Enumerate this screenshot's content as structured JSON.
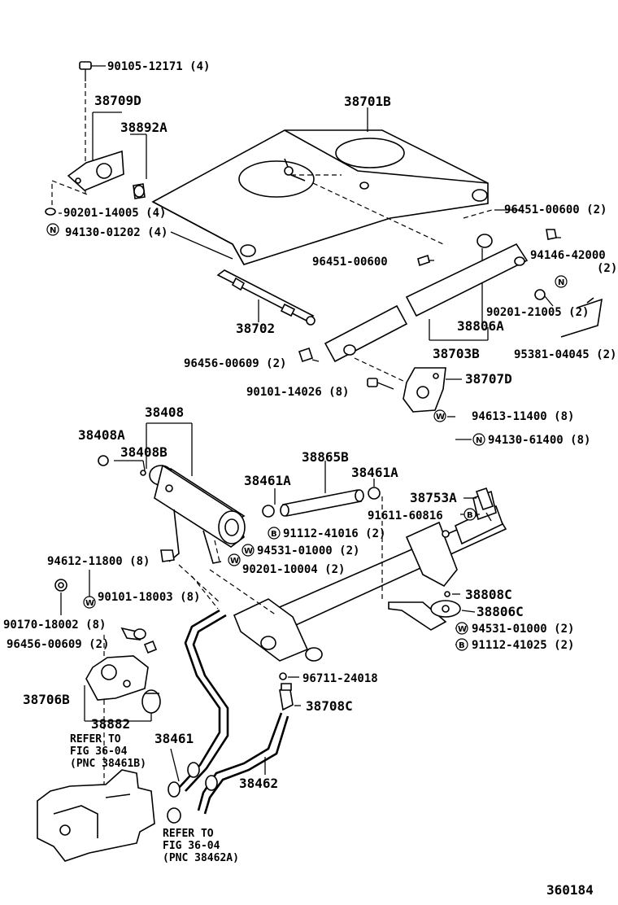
{
  "diagram_id": "360184",
  "parts": {
    "p38701B": "38701B",
    "p38709D": "38709D",
    "p38892A": "38892A",
    "p90105": "90105-12171 (4)",
    "p90201a": "90201-14005 (4)",
    "p94130a": "94130-01202 (4)",
    "p96451a": "96451-00600 (2)",
    "p96451b": "96451-00600",
    "p94146": "94146-42000",
    "p94146q": "(2)",
    "p90201b": "90201-21005 (2)",
    "p38702": "38702",
    "p38806A": "38806A",
    "p95381": "95381-04045 (2)",
    "p38703B": "38703B",
    "p96456a": "96456-00609 (2)",
    "p38707D": "38707D",
    "p90101a": "90101-14026 (8)",
    "p94613": "94613-11400 (8)",
    "p94130b": "94130-61400 (8)",
    "p38408": "38408",
    "p38408A": "38408A",
    "p38408B": "38408B",
    "p38865B": "38865B",
    "p38461A1": "38461A",
    "p38461A2": "38461A",
    "p38753A": "38753A",
    "p91611": "91611-60816",
    "p91112a": "91112-41016 (2)",
    "p94531a": "94531-01000 (2)",
    "p90201c": "90201-10004 (2)",
    "p94612": "94612-11800 (8)",
    "p90101b": "90101-18003 (8)",
    "p90170": "90170-18002 (8)",
    "p96456b": "96456-00609 (2)",
    "p38808C": "38808C",
    "p38806C": "38806C",
    "p94531b": "94531-01000 (2)",
    "p91112b": "91112-41025 (2)",
    "p38706B": "38706B",
    "p96711": "96711-24018",
    "p38708C": "38708C",
    "p38882": "38882",
    "p38461": "38461",
    "p38462": "38462"
  },
  "refs": {
    "r1_l1": "REFER TO",
    "r1_l2": "FIG 36-04",
    "r1_l3": "(PNC 38461B)",
    "r2_l1": "REFER TO",
    "r2_l2": "FIG 36-04",
    "r2_l3": "(PNC 38462A)"
  },
  "symbols": {
    "N": "N",
    "W": "W",
    "B": "B"
  }
}
